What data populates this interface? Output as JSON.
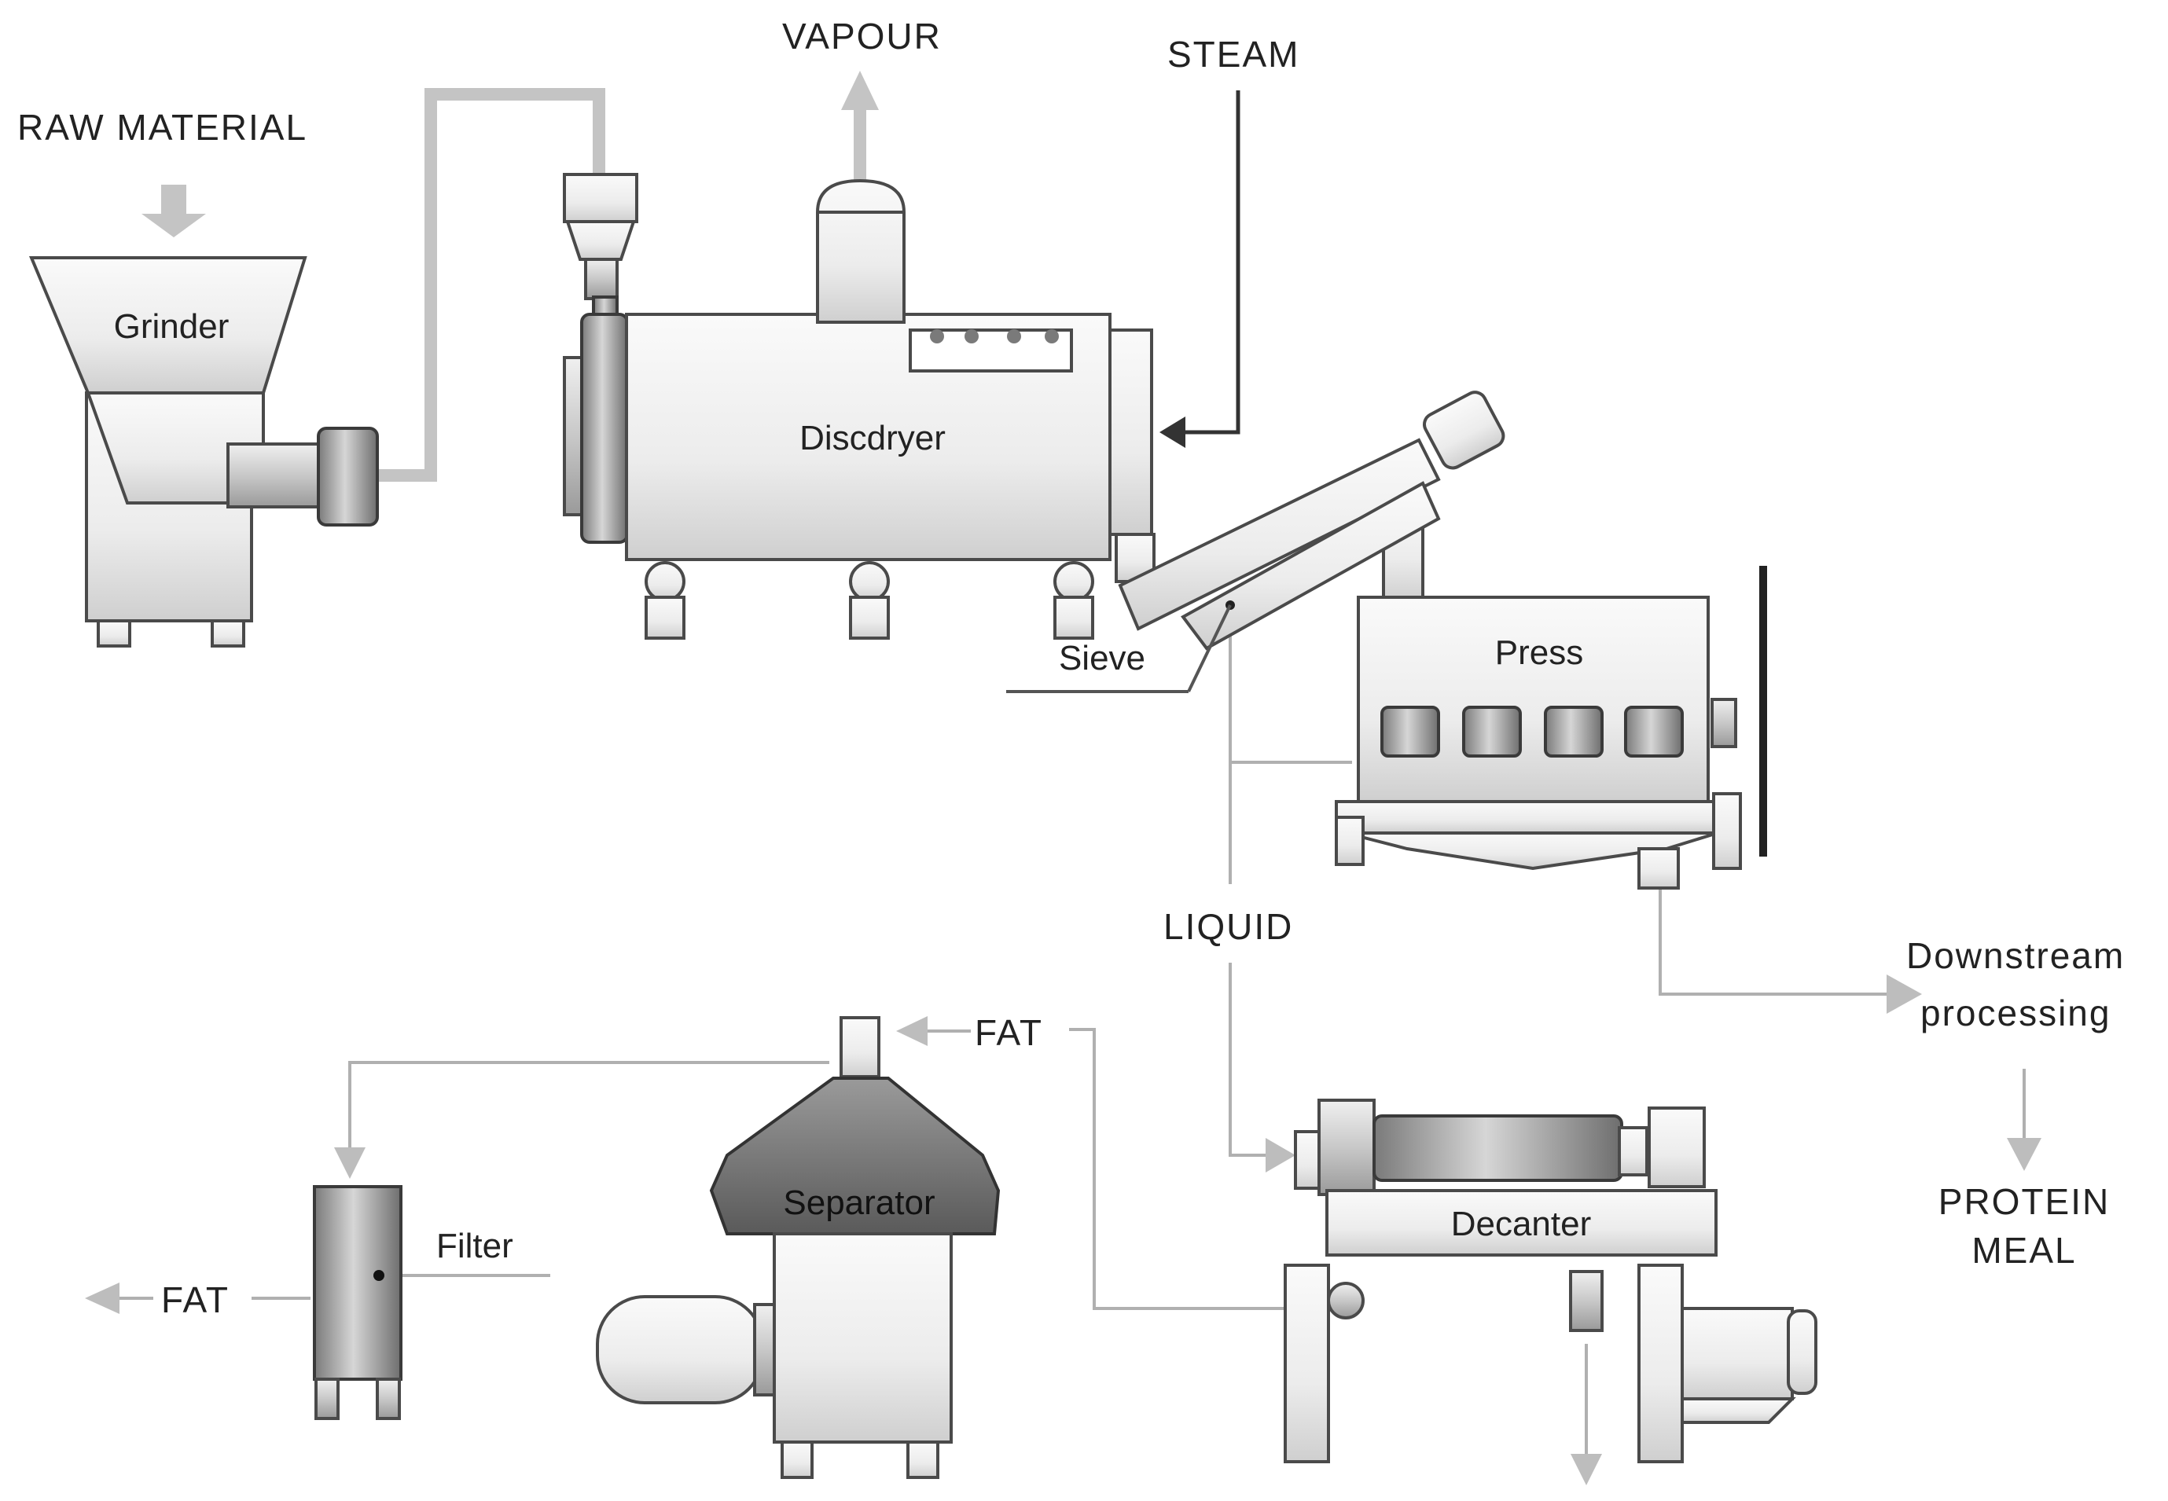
{
  "labels": {
    "raw_material": "RAW MATERIAL",
    "vapour": "VAPOUR",
    "steam": "STEAM",
    "grinder": "Grinder",
    "discdryer": "Discdryer",
    "sieve": "Sieve",
    "press": "Press",
    "liquid": "LIQUID",
    "downstream_1": "Downstream",
    "downstream_2": "processing",
    "protein_1": "PROTEIN",
    "protein_2": "MEAL",
    "fat_top": "FAT",
    "fat_left": "FAT",
    "filter": "Filter",
    "separator": "Separator",
    "decanter": "Decanter"
  },
  "colors": {
    "equipment_light": "#ececec",
    "equipment_dark": "#8a8a8a",
    "outline": "#4a4a4a",
    "flow_line": "#bdbdbd",
    "steam_line": "#333333"
  }
}
